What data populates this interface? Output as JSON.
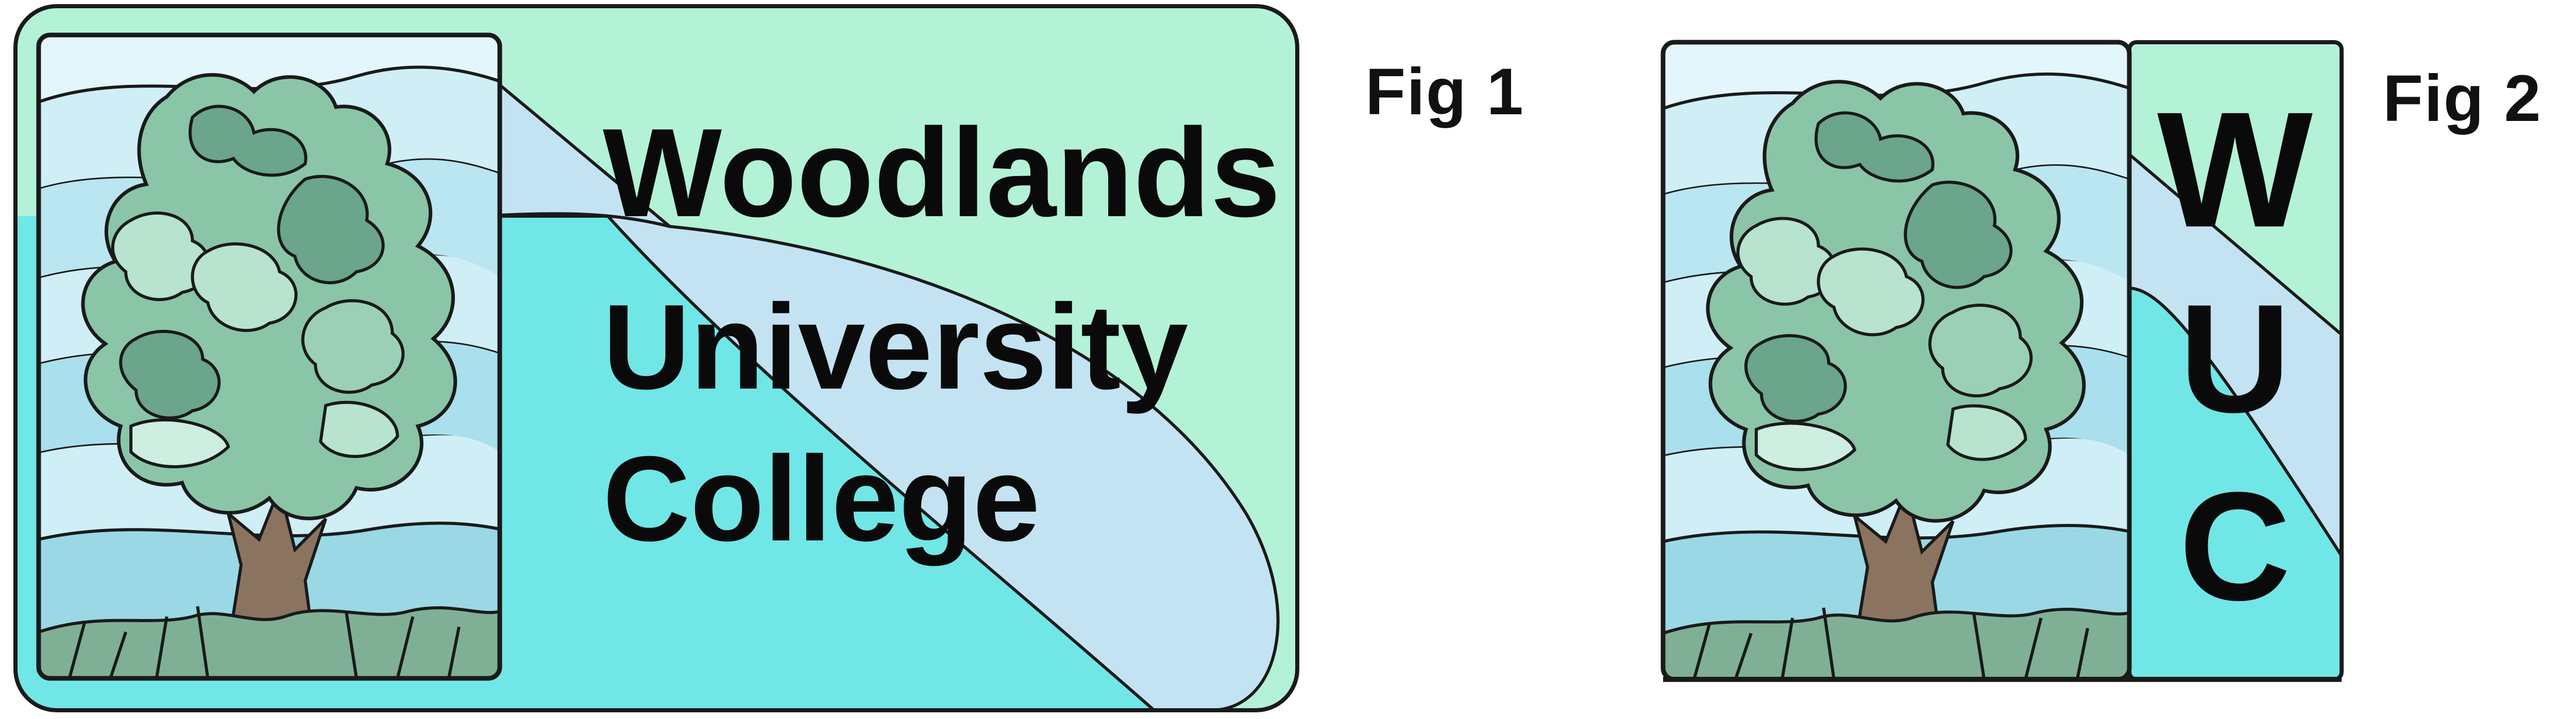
{
  "figures": [
    {
      "label": "Fig 1",
      "name_lines": [
        "Woodlands",
        "University",
        "College"
      ]
    },
    {
      "label": "Fig 2",
      "initials": [
        "W",
        "U",
        "C"
      ]
    }
  ],
  "colors": {
    "mint": "#b3f2d6",
    "light_blue": "#c3e3f2",
    "cyan": "#71e6e6",
    "sky": "#cfeef6",
    "leaf_dark": "#6aa58c",
    "leaf_mid": "#8ac5a8",
    "leaf_light": "#b7e3cf",
    "trunk": "#8a7460",
    "outline": "#1a1a1a"
  }
}
